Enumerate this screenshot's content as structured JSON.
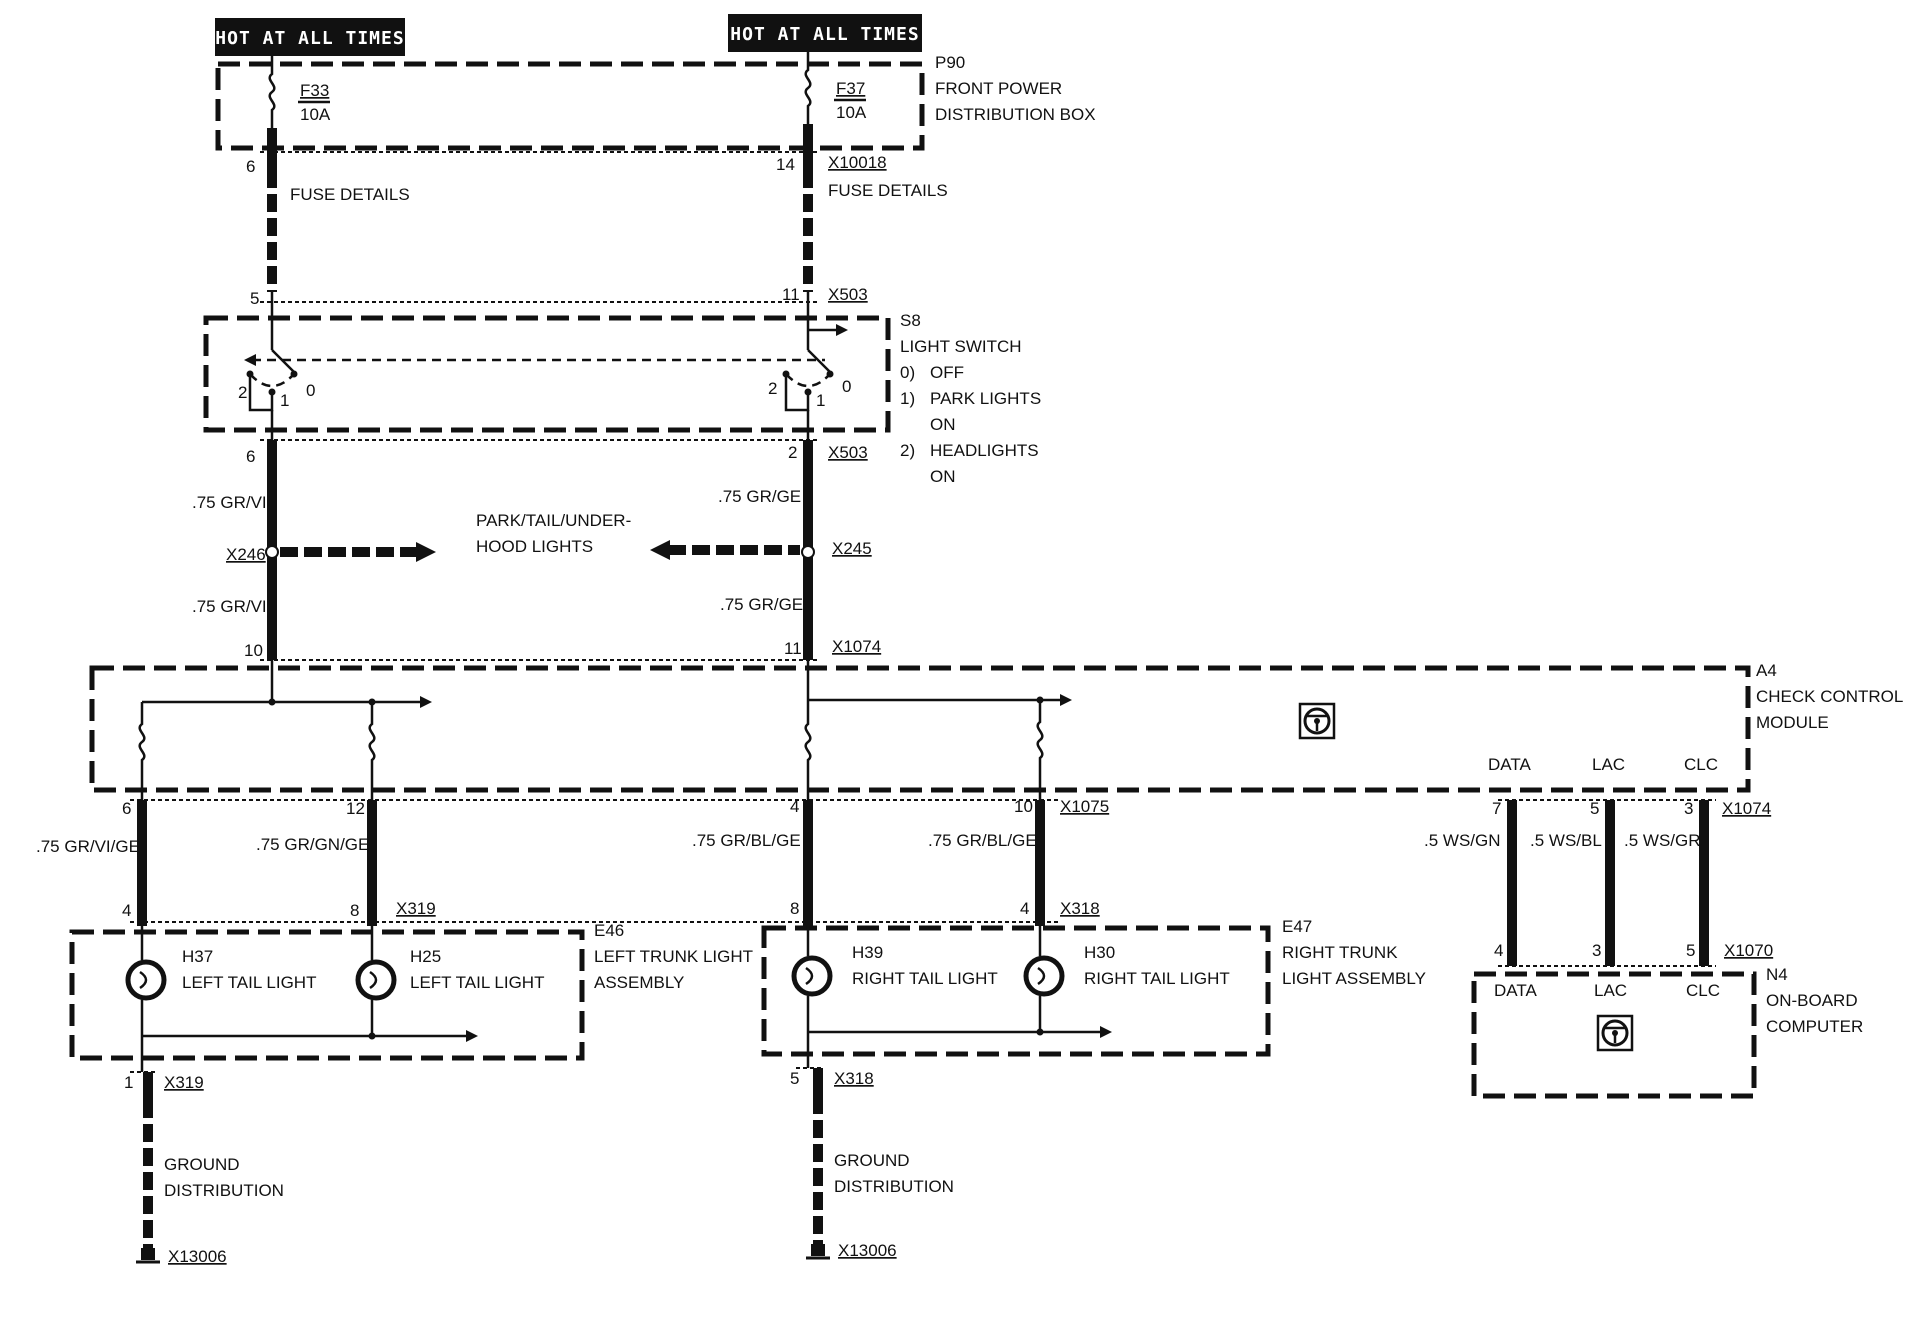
{
  "banners": {
    "left": "HOT AT ALL TIMES",
    "right": "HOT AT ALL TIMES"
  },
  "fuse_box": {
    "id": "P90",
    "name_line1": "FRONT POWER",
    "name_line2": "DISTRIBUTION BOX",
    "fuse_left": {
      "id": "F33",
      "rating": "10A"
    },
    "fuse_right": {
      "id": "F37",
      "rating": "10A"
    }
  },
  "pins": {
    "p6_top": "6",
    "p14": "14",
    "p5": "5",
    "p11_top": "11",
    "p6_sw": "6",
    "p2_sw": "2",
    "p10": "10",
    "p11_a4": "11",
    "p6_a4": "6",
    "p12_a4": "12",
    "p4_a4": "4",
    "p10_a4": "10",
    "p4_e46": "4",
    "p8_e46": "8",
    "p8_e47": "8",
    "p4_e47": "4",
    "p1_gnd": "1",
    "p5_gnd": "5",
    "p7_data": "7",
    "p5_lac": "5",
    "p3_clc": "3",
    "p4_n4": "4",
    "p3_n4": "3",
    "p5_n4": "5",
    "sw_2a": "2",
    "sw_1a": "1",
    "sw_0a": "0",
    "sw_2b": "2",
    "sw_1b": "1",
    "sw_0b": "0"
  },
  "connectors": {
    "x10018": "X10018",
    "x503_top": "X503",
    "x503_bot": "X503",
    "x246": "X246",
    "x245": "X245",
    "x1074_top": "X1074",
    "x1075": "X1075",
    "x319_top": "X319",
    "x318_top": "X318",
    "x319_bot": "X319",
    "x318_bot": "X318",
    "x13006_left": "X13006",
    "x13006_right": "X13006",
    "x1074_right": "X1074",
    "x1070": "X1070"
  },
  "labels": {
    "fuse_details_left": "FUSE DETAILS",
    "fuse_details_right": "FUSE DETAILS",
    "park_tail_line1": "PARK/TAIL/UNDER-",
    "park_tail_line2": "HOOD LIGHTS",
    "ground_left_line1": "GROUND",
    "ground_left_line2": "DISTRIBUTION",
    "ground_right_line1": "GROUND",
    "ground_right_line2": "DISTRIBUTION"
  },
  "switch": {
    "id": "S8",
    "name": "LIGHT SWITCH",
    "pos0": "0)",
    "pos0_text": "OFF",
    "pos1": "1)",
    "pos1_text_line1": "PARK LIGHTS",
    "pos1_text_line2": "ON",
    "pos2": "2)",
    "pos2_text_line1": "HEADLIGHTS",
    "pos2_text_line2": "ON"
  },
  "wires": {
    "w_l1": ".75 GR/VI",
    "w_l2": ".75 GR/VI",
    "w_r1": ".75 GR/GE",
    "w_r2": ".75 GR/GE",
    "w_a": ".75 GR/VI/GE",
    "w_b": ".75 GR/GN/GE",
    "w_c": ".75 GR/BL/GE",
    "w_d": ".75 GR/BL/GE",
    "w_data": ".5 WS/GN",
    "w_lac": ".5 WS/BL",
    "w_clc": ".5 WS/GR"
  },
  "module_a4": {
    "id": "A4",
    "name_line1": "CHECK CONTROL",
    "name_line2": "MODULE",
    "data": "DATA",
    "lac": "LAC",
    "clc": "CLC"
  },
  "module_n4": {
    "id": "N4",
    "name_line1": "ON-BOARD",
    "name_line2": "COMPUTER",
    "data": "DATA",
    "lac": "LAC",
    "clc": "CLC"
  },
  "assembly_e46": {
    "id": "E46",
    "name_line1": "LEFT TRUNK LIGHT",
    "name_line2": "ASSEMBLY",
    "lamp1_id": "H37",
    "lamp1_name": "LEFT TAIL LIGHT",
    "lamp2_id": "H25",
    "lamp2_name": "LEFT TAIL LIGHT"
  },
  "assembly_e47": {
    "id": "E47",
    "name_line1": "RIGHT TRUNK",
    "name_line2": "LIGHT ASSEMBLY",
    "lamp1_id": "H39",
    "lamp1_name": "RIGHT TAIL LIGHT",
    "lamp2_id": "H30",
    "lamp2_name": "RIGHT TAIL LIGHT"
  }
}
